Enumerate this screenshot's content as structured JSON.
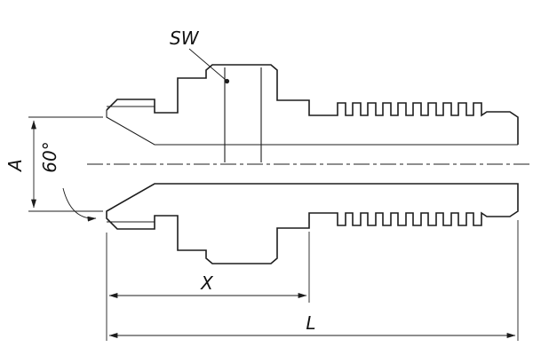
{
  "page": {
    "background": "#ffffff",
    "line_color": "#1d1d1d"
  },
  "drawing": {
    "kind": "hose-fitting-section-drawing",
    "labels": {
      "sw": "SW",
      "a": "A",
      "angle": "60°",
      "x": "X",
      "l": "L"
    }
  }
}
